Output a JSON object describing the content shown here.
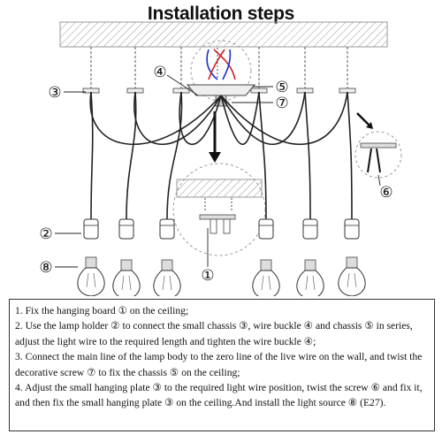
{
  "title": "Installation steps",
  "callouts": [
    "①",
    "②",
    "③",
    "④",
    "⑤",
    "⑥",
    "⑦",
    "⑧"
  ],
  "steps": [
    "1. Fix the hanging board ① on the ceiling;",
    "2. Use the lamp holder ② to connect the small chassis ③, wire buckle ④ and chassis ⑤ in series, adjust the light wire to the required length and tighten the wire buckle ④;",
    "3. Connect the main line of the lamp body to the zero line of the live wire on the wall, and twist the decorative screw ⑦ to fix the chassis ⑤ on the ceiling;",
    "4. Adjust the small hanging plate ③ to the required light wire position, twist the screw ⑥ and fix it, and then fix the small hanging plate ③ on the ceiling.And install the light source ⑧ (E27)."
  ]
}
